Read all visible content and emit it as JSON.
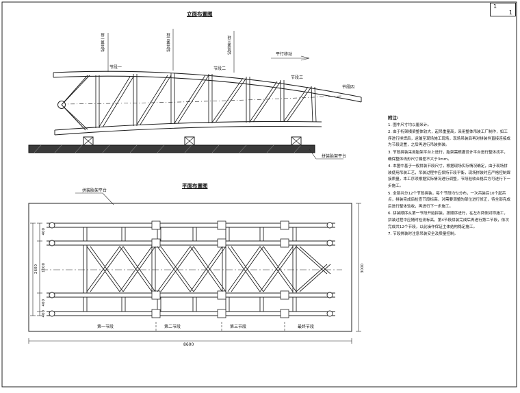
{
  "sheet": {
    "page_current": "1",
    "page_total": "1"
  },
  "elevation": {
    "title": "立面布置图",
    "segment_labels": [
      "起吊第一段",
      "起吊第二段",
      "起吊第三段"
    ],
    "span_label": "平行移动",
    "node_labels": [
      "节段一",
      "节段二",
      "节段三",
      "节段四"
    ],
    "support_label": "拼装胎架平台"
  },
  "plan": {
    "title": "平面布置图",
    "support_label": "拼装胎架平台",
    "left_dims": [
      "400",
      "1000",
      "400",
      "400"
    ],
    "total_height": "2600",
    "right_dim": "3000",
    "total_width": "8600",
    "segment_labels": [
      "第一节段",
      "第二节段",
      "第三节段",
      "最终节段"
    ]
  },
  "notes": {
    "heading": "附注:",
    "items": [
      "1. 图中尺寸均以厘米计。",
      "2. 由于桁架横梁整体较大，起吊重量高，采用整体吊装工厂制作，如工序进行拼焊后，运输至现场施工现场，现场吊装后再对拼装件直接连接成为节段设置，之后再进行吊装拼装。",
      "3. 节段拼装采用胎架平台上进行，胎架需根据设计平台进行整体找平，确保整体线形尺寸偏差不大于3mm。",
      "4. 本图中基于一般拼装节段尺寸，根据现场实际情况确定，由于现场拼装使用吊装工艺，吊装过程中应保持节段平衡，现场拼装时应严格控制焊接质量，本工序须根据实际情况进行调整，节段验收合格后方可进行下一步施工。",
      "5. 全部共分12个节段拼装，每个节段均匀分布，一次吊装后10个起吊点，拼装完成后检查节段标高，对需要调整的部位进行修正，待全部完成后进行整体验收，再进行下一步施工。",
      "6. 拼装顺序从第一节段开始拼装，按顺序进行，在左右两侧对称施工，拼装过程中应随时检测标高，第4节段拼装完成后再进行第二节段，依次完成共12个节段，以此操作保证主体结构稳定施工。",
      "7. 节段拼装时注意吊装安全及质量控制。"
    ]
  }
}
